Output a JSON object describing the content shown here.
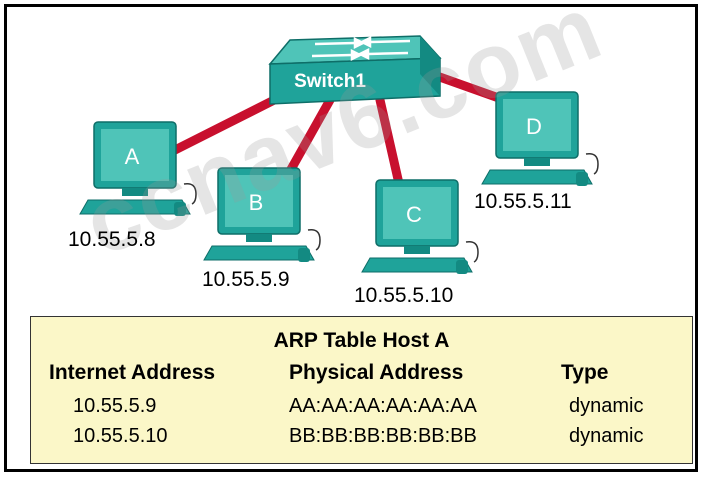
{
  "switch": {
    "label": "Switch1"
  },
  "hosts": [
    {
      "letter": "A",
      "ip": "10.55.5.8"
    },
    {
      "letter": "B",
      "ip": "10.55.5.9"
    },
    {
      "letter": "C",
      "ip": "10.55.5.10"
    },
    {
      "letter": "D",
      "ip": "10.55.5.11"
    }
  ],
  "watermark": "ccnav6.com",
  "colors": {
    "link": "#c8102e",
    "device": "#1fa39a",
    "device_dark": "#0e6e68",
    "table_bg": "#fbf7c8"
  },
  "arp_table": {
    "title": "ARP Table Host A",
    "headers": [
      "Internet Address",
      "Physical Address",
      "Type"
    ],
    "rows": [
      [
        "10.55.5.9",
        "AA:AA:AA:AA:AA:AA",
        "dynamic"
      ],
      [
        "10.55.5.10",
        "BB:BB:BB:BB:BB:BB",
        "dynamic"
      ]
    ]
  }
}
